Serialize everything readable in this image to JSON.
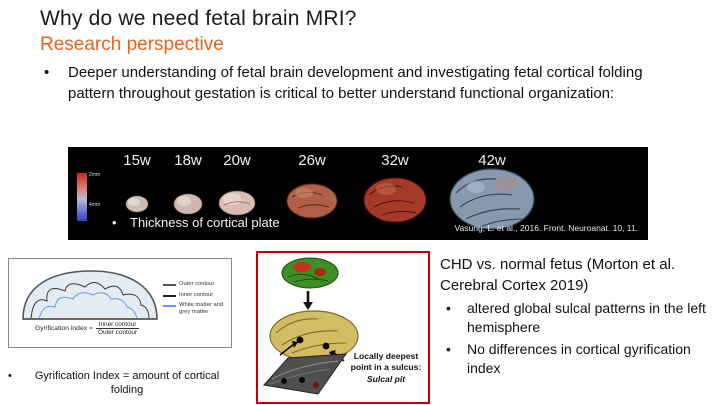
{
  "slide": {
    "title": "Why do we need fetal brain MRI?",
    "subtitle": "Research perspective",
    "bullet_marker": "•",
    "intro_bullet": "Deeper understanding of fetal brain development and investigating fetal cortical folding pattern throughout gestation is critical to better understand functional organization:"
  },
  "brain_strip": {
    "weeks": [
      "15w",
      "18w",
      "20w",
      "26w",
      "32w",
      "42w"
    ],
    "scale_top": "2mm",
    "scale_bottom": "4mm",
    "bullet": "Thickness of cortical plate",
    "citation": "Vasung, L. et al., 2016. Front. Neuroanat. 10, 11."
  },
  "gyrification_panel": {
    "legend": [
      "Outer contour",
      "Inner contour",
      "White matter and grey matter"
    ],
    "formula_label": "Gyrification index =",
    "formula_numerator": "Inner contour",
    "formula_denominator": "Outer contour",
    "caption": "Gyrification Index = amount of cortical folding"
  },
  "sulcal_panel": {
    "caption_line1": "Locally deepest point in a sulcus:",
    "caption_line2": "Sulcal pit",
    "arrow": "↓"
  },
  "chd_block": {
    "heading": "CHD vs. normal fetus (Morton et al. Cerebral Cortex  2019)",
    "bullets": [
      "altered global sulcal patterns in the left hemisphere",
      "No differences in cortical gyrification index"
    ]
  },
  "colors": {
    "subtitle_orange": "#e8641a",
    "red_box_border": "#c00000"
  }
}
